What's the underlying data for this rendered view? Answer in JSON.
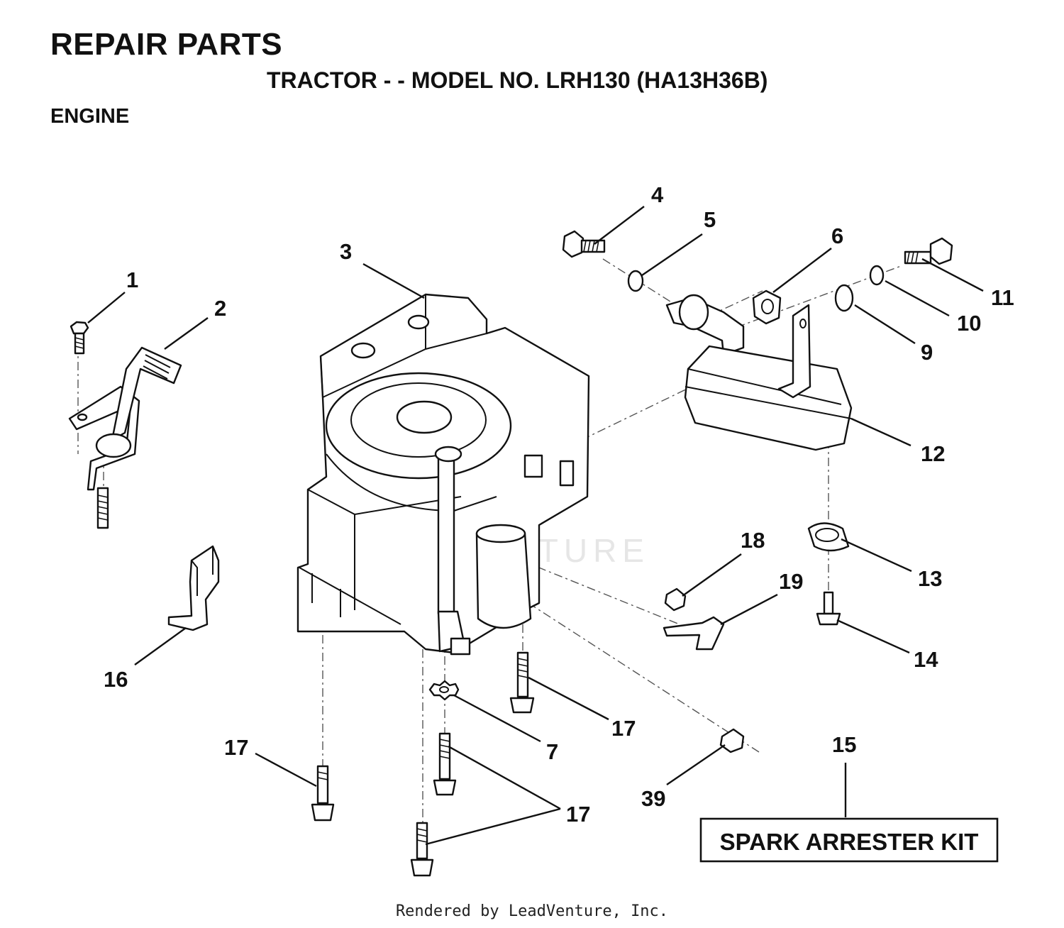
{
  "header": {
    "title": "REPAIR PARTS",
    "subtitle": "TRACTOR - - MODEL NO. LRH130 (HA13H36B)",
    "section": "ENGINE"
  },
  "callouts": {
    "c1": "1",
    "c2": "2",
    "c3": "3",
    "c4": "4",
    "c5": "5",
    "c6": "6",
    "c7": "7",
    "c9": "9",
    "c10": "10",
    "c11": "11",
    "c12": "12",
    "c13": "13",
    "c14": "14",
    "c15": "15",
    "c16": "16",
    "c17a": "17",
    "c17b": "17",
    "c17c": "17",
    "c18": "18",
    "c19": "19",
    "c39": "39"
  },
  "kit": {
    "label": "SPARK ARRESTER KIT"
  },
  "watermark": "LEADVENTURE",
  "footer": "Rendered by LeadVenture, Inc."
}
